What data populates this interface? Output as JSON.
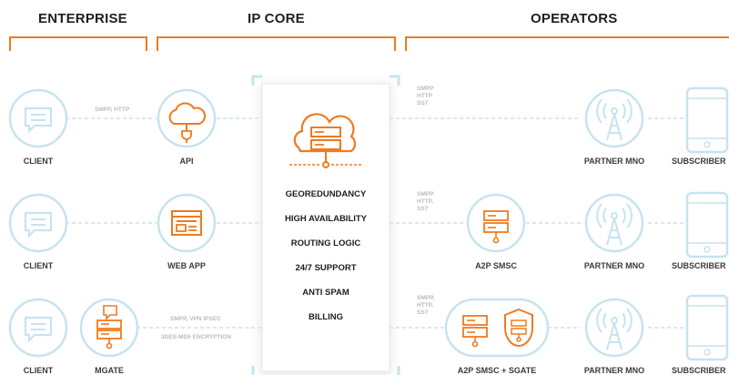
{
  "sections": {
    "enterprise": "ENTERPRISE",
    "ip_core": "IP CORE",
    "operators": "OPERATORS"
  },
  "nodes": {
    "client1": "CLIENT",
    "client2": "CLIENT",
    "client3": "CLIENT",
    "api": "API",
    "web_app": "WEB APP",
    "mgate": "MGATE",
    "a2p_smsc": "A2P SMSC",
    "a2p_smsc_sgate": "A2P SMSC + SGATE",
    "partner1": "PARTNER MNO",
    "partner2": "PARTNER MNO",
    "partner3": "PARTNER MNO",
    "subscriber1": "SUBSCRIBER",
    "subscriber2": "SUBSCRIBER",
    "subscriber3": "SUBSCRIBER"
  },
  "protocols": {
    "row1_left": "SMPP, HTTP",
    "row1_right": [
      "SMPP",
      "HTTP",
      "SS7"
    ],
    "row2_right": [
      "SMPP",
      "HTTP,",
      "SS7"
    ],
    "row3_left_a": "SMPP, VPN IPSEC",
    "row3_left_b": "3DES-MD5 ENCRYPTION",
    "row3_right": [
      "SMPP,",
      "HTTP,",
      "SS7"
    ]
  },
  "features": [
    "GEOREDUNDANCY",
    "HIGH AVAILABILITY",
    "ROUTING LOGIC",
    "24/7 SUPPORT",
    "ANTI SPAM",
    "BILLING"
  ],
  "colors": {
    "accent": "#f07a1f",
    "icon_blue": "#c7e3ef",
    "dash": "#c9e4ef",
    "frame": "#c7e3ef"
  }
}
